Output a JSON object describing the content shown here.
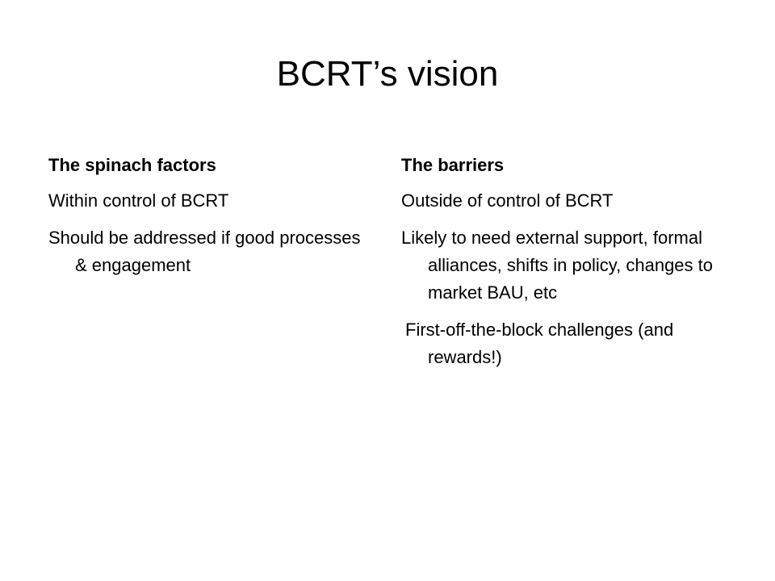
{
  "slide": {
    "title": "BCRT’s vision"
  },
  "left_column": {
    "heading": "The spinach factors",
    "items": [
      "Within control of BCRT",
      "Should be addressed if good processes & engagement"
    ]
  },
  "right_column": {
    "heading": "The barriers",
    "items": [
      "Outside of control of BCRT",
      "Likely to need external support, formal alliances, shifts in policy, changes to market BAU, etc",
      "First-off-the-block challenges (and rewards!)"
    ]
  }
}
